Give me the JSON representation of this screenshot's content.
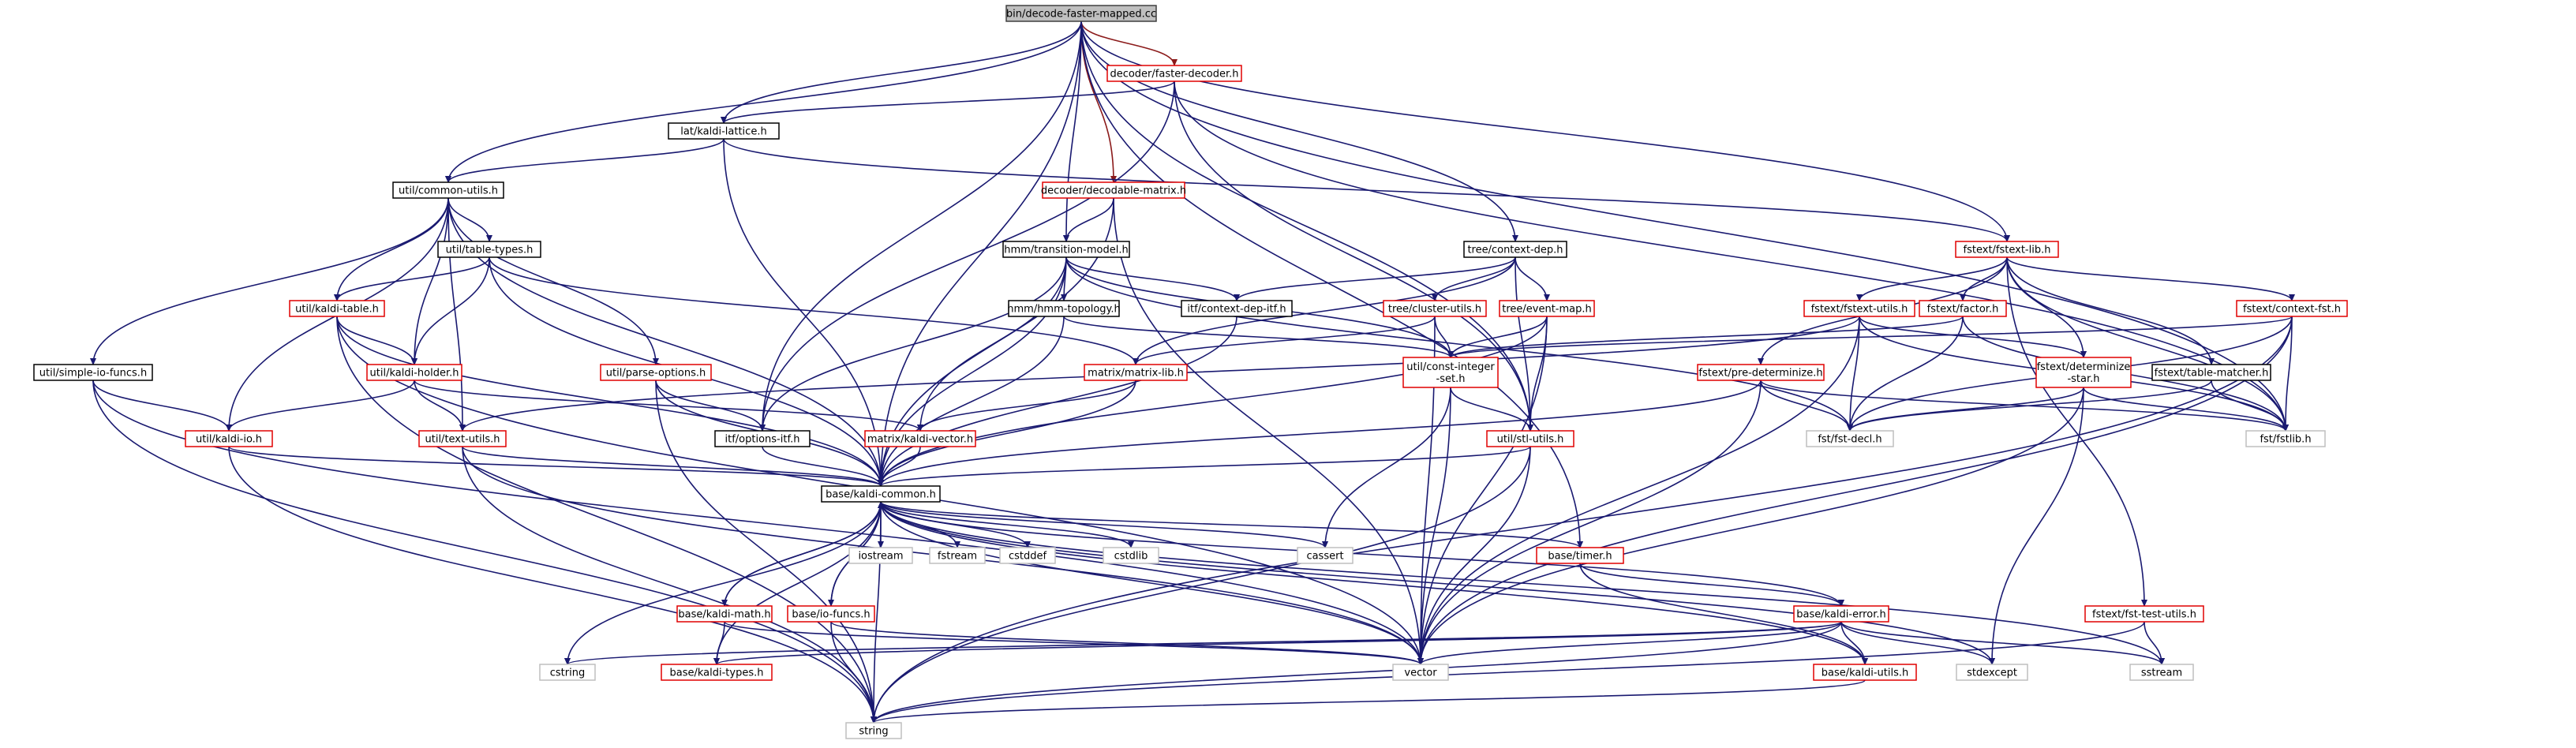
{
  "colors": {
    "root_fill": "#bfbfbf",
    "root_border": "#404040",
    "doc_border": "#000000",
    "nodoc_border": "#e00000",
    "system_border": "#bfbfbf",
    "edge": "#191970",
    "edge_highlight": "#8b1a1a"
  },
  "nodes": [
    {
      "id": "root",
      "label": "bin/decode-faster-mapped.cc",
      "kind": "root"
    },
    {
      "id": "faster_decoder",
      "label": "decoder/faster-decoder.h",
      "kind": "nodoc"
    },
    {
      "id": "kaldi_lattice",
      "label": "lat/kaldi-lattice.h",
      "kind": "doc"
    },
    {
      "id": "common_utils",
      "label": "util/common-utils.h",
      "kind": "doc"
    },
    {
      "id": "decodable_matrix",
      "label": "decoder/decodable-matrix.h",
      "kind": "nodoc"
    },
    {
      "id": "fstext_lib",
      "label": "fstext/fstext-lib.h",
      "kind": "nodoc"
    },
    {
      "id": "context_dep",
      "label": "tree/context-dep.h",
      "kind": "doc"
    },
    {
      "id": "table_types",
      "label": "util/table-types.h",
      "kind": "doc"
    },
    {
      "id": "transition_model",
      "label": "hmm/transition-model.h",
      "kind": "doc"
    },
    {
      "id": "kaldi_table",
      "label": "util/kaldi-table.h",
      "kind": "nodoc"
    },
    {
      "id": "hmm_topology",
      "label": "hmm/hmm-topology.h",
      "kind": "doc"
    },
    {
      "id": "context_dep_itf",
      "label": "itf/context-dep-itf.h",
      "kind": "doc"
    },
    {
      "id": "cluster_utils",
      "label": "tree/cluster-utils.h",
      "kind": "nodoc"
    },
    {
      "id": "event_map",
      "label": "tree/event-map.h",
      "kind": "nodoc"
    },
    {
      "id": "fstext_utils",
      "label": "fstext/fstext-utils.h",
      "kind": "nodoc"
    },
    {
      "id": "factor",
      "label": "fstext/factor.h",
      "kind": "nodoc"
    },
    {
      "id": "context_fst",
      "label": "fstext/context-fst.h",
      "kind": "nodoc"
    },
    {
      "id": "simple_io_funcs",
      "label": "util/simple-io-funcs.h",
      "kind": "doc"
    },
    {
      "id": "kaldi_holder",
      "label": "util/kaldi-holder.h",
      "kind": "nodoc"
    },
    {
      "id": "parse_options",
      "label": "util/parse-options.h",
      "kind": "nodoc"
    },
    {
      "id": "matrix_lib",
      "label": "matrix/matrix-lib.h",
      "kind": "nodoc"
    },
    {
      "id": "const_integer_set",
      "label": "util/const-integer\n-set.h",
      "kind": "nodoc"
    },
    {
      "id": "pre_determinize",
      "label": "fstext/pre-determinize.h",
      "kind": "nodoc"
    },
    {
      "id": "determinize_star",
      "label": "fstext/determinize\n-star.h",
      "kind": "nodoc"
    },
    {
      "id": "table_matcher",
      "label": "fstext/table-matcher.h",
      "kind": "doc"
    },
    {
      "id": "kaldi_io",
      "label": "util/kaldi-io.h",
      "kind": "nodoc"
    },
    {
      "id": "text_utils",
      "label": "util/text-utils.h",
      "kind": "nodoc"
    },
    {
      "id": "options_itf",
      "label": "itf/options-itf.h",
      "kind": "doc"
    },
    {
      "id": "kaldi_vector",
      "label": "matrix/kaldi-vector.h",
      "kind": "nodoc"
    },
    {
      "id": "stl_utils",
      "label": "util/stl-utils.h",
      "kind": "nodoc"
    },
    {
      "id": "fst_decl",
      "label": "fst/fst-decl.h",
      "kind": "system"
    },
    {
      "id": "fstlib",
      "label": "fst/fstlib.h",
      "kind": "system"
    },
    {
      "id": "kaldi_common",
      "label": "base/kaldi-common.h",
      "kind": "doc"
    },
    {
      "id": "iostream",
      "label": "iostream",
      "kind": "system"
    },
    {
      "id": "fstream",
      "label": "fstream",
      "kind": "system"
    },
    {
      "id": "cstddef",
      "label": "cstddef",
      "kind": "system"
    },
    {
      "id": "cstdlib",
      "label": "cstdlib",
      "kind": "system"
    },
    {
      "id": "cassert",
      "label": "cassert",
      "kind": "system"
    },
    {
      "id": "timer",
      "label": "base/timer.h",
      "kind": "nodoc"
    },
    {
      "id": "kaldi_math",
      "label": "base/kaldi-math.h",
      "kind": "nodoc"
    },
    {
      "id": "io_funcs",
      "label": "base/io-funcs.h",
      "kind": "nodoc"
    },
    {
      "id": "kaldi_error",
      "label": "base/kaldi-error.h",
      "kind": "nodoc"
    },
    {
      "id": "fst_test_utils",
      "label": "fstext/fst-test-utils.h",
      "kind": "nodoc"
    },
    {
      "id": "cstring",
      "label": "cstring",
      "kind": "system"
    },
    {
      "id": "kaldi_types",
      "label": "base/kaldi-types.h",
      "kind": "nodoc"
    },
    {
      "id": "vector",
      "label": "vector",
      "kind": "system"
    },
    {
      "id": "stdexcept",
      "label": "stdexcept",
      "kind": "system"
    },
    {
      "id": "sstream",
      "label": "sstream",
      "kind": "system"
    },
    {
      "id": "kaldi_utils",
      "label": "base/kaldi-utils.h",
      "kind": "nodoc"
    },
    {
      "id": "string",
      "label": "string",
      "kind": "system"
    }
  ],
  "edges": [
    [
      "root",
      "faster_decoder"
    ],
    [
      "root",
      "kaldi_lattice"
    ],
    [
      "root",
      "common_utils"
    ],
    [
      "root",
      "decodable_matrix"
    ],
    [
      "root",
      "fstext_lib"
    ],
    [
      "root",
      "context_dep"
    ],
    [
      "root",
      "transition_model"
    ],
    [
      "root",
      "kaldi_common"
    ],
    [
      "root",
      "stl_utils"
    ],
    [
      "root",
      "fstlib"
    ],
    [
      "root",
      "timer"
    ],
    [
      "root",
      "options_itf"
    ],
    [
      "faster_decoder",
      "kaldi_lattice"
    ],
    [
      "faster_decoder",
      "fstlib"
    ],
    [
      "faster_decoder",
      "options_itf"
    ],
    [
      "faster_decoder",
      "stl_utils"
    ],
    [
      "kaldi_lattice",
      "common_utils"
    ],
    [
      "kaldi_lattice",
      "fstext_lib"
    ],
    [
      "kaldi_lattice",
      "kaldi_common"
    ],
    [
      "common_utils",
      "table_types"
    ],
    [
      "common_utils",
      "kaldi_table"
    ],
    [
      "common_utils",
      "simple_io_funcs"
    ],
    [
      "common_utils",
      "kaldi_holder"
    ],
    [
      "common_utils",
      "parse_options"
    ],
    [
      "common_utils",
      "kaldi_io"
    ],
    [
      "common_utils",
      "text_utils"
    ],
    [
      "common_utils",
      "kaldi_common"
    ],
    [
      "decodable_matrix",
      "transition_model"
    ],
    [
      "decodable_matrix",
      "kaldi_common"
    ],
    [
      "decodable_matrix",
      "vector"
    ],
    [
      "transition_model",
      "hmm_topology"
    ],
    [
      "transition_model",
      "context_dep_itf"
    ],
    [
      "transition_model",
      "const_integer_set"
    ],
    [
      "transition_model",
      "kaldi_vector"
    ],
    [
      "transition_model",
      "options_itf"
    ],
    [
      "transition_model",
      "kaldi_common"
    ],
    [
      "transition_model",
      "fst_decl"
    ],
    [
      "context_dep",
      "context_dep_itf"
    ],
    [
      "context_dep",
      "cluster_utils"
    ],
    [
      "context_dep",
      "event_map"
    ],
    [
      "context_dep",
      "matrix_lib"
    ],
    [
      "context_dep",
      "stl_utils"
    ],
    [
      "table_types",
      "kaldi_table"
    ],
    [
      "table_types",
      "kaldi_holder"
    ],
    [
      "table_types",
      "matrix_lib"
    ],
    [
      "table_types",
      "kaldi_common"
    ],
    [
      "kaldi_table",
      "kaldi_holder"
    ],
    [
      "kaldi_table",
      "kaldi_common"
    ],
    [
      "kaldi_table",
      "string"
    ],
    [
      "kaldi_table",
      "vector"
    ],
    [
      "hmm_topology",
      "kaldi_common"
    ],
    [
      "hmm_topology",
      "const_integer_set"
    ],
    [
      "context_dep_itf",
      "kaldi_common"
    ],
    [
      "cluster_utils",
      "matrix_lib"
    ],
    [
      "cluster_utils",
      "const_integer_set"
    ],
    [
      "cluster_utils",
      "vector"
    ],
    [
      "event_map",
      "kaldi_common"
    ],
    [
      "event_map",
      "const_integer_set"
    ],
    [
      "event_map",
      "stl_utils"
    ],
    [
      "event_map",
      "vector"
    ],
    [
      "fstext_lib",
      "fstext_utils"
    ],
    [
      "fstext_lib",
      "factor"
    ],
    [
      "fstext_lib",
      "context_fst"
    ],
    [
      "fstext_lib",
      "pre_determinize"
    ],
    [
      "fstext_lib",
      "determinize_star"
    ],
    [
      "fstext_lib",
      "table_matcher"
    ],
    [
      "fstext_lib",
      "fstlib"
    ],
    [
      "fstext_lib",
      "fst_test_utils"
    ],
    [
      "fstext_utils",
      "determinize_star"
    ],
    [
      "fstext_utils",
      "fst_decl"
    ],
    [
      "fstext_utils",
      "fstlib"
    ],
    [
      "fstext_utils",
      "text_utils"
    ],
    [
      "fstext_utils",
      "vector"
    ],
    [
      "factor",
      "fst_decl"
    ],
    [
      "factor",
      "fstlib"
    ],
    [
      "factor",
      "const_integer_set"
    ],
    [
      "context_fst",
      "fst_decl"
    ],
    [
      "context_fst",
      "fstlib"
    ],
    [
      "context_fst",
      "const_integer_set"
    ],
    [
      "context_fst",
      "vector"
    ],
    [
      "context_fst",
      "string"
    ],
    [
      "simple_io_funcs",
      "kaldi_io"
    ],
    [
      "simple_io_funcs",
      "string"
    ],
    [
      "simple_io_funcs",
      "vector"
    ],
    [
      "kaldi_holder",
      "kaldi_io"
    ],
    [
      "kaldi_holder",
      "text_utils"
    ],
    [
      "kaldi_holder",
      "kaldi_vector"
    ],
    [
      "parse_options",
      "options_itf"
    ],
    [
      "parse_options",
      "kaldi_common"
    ],
    [
      "parse_options",
      "string"
    ],
    [
      "matrix_lib",
      "kaldi_vector"
    ],
    [
      "matrix_lib",
      "kaldi_common"
    ],
    [
      "const_integer_set",
      "stl_utils"
    ],
    [
      "const_integer_set",
      "cassert"
    ],
    [
      "const_integer_set",
      "vector"
    ],
    [
      "pre_determinize",
      "fst_decl"
    ],
    [
      "pre_determinize",
      "fstlib"
    ],
    [
      "pre_determinize",
      "kaldi_common"
    ],
    [
      "pre_determinize",
      "vector"
    ],
    [
      "determinize_star",
      "fst_decl"
    ],
    [
      "determinize_star",
      "fstlib"
    ],
    [
      "determinize_star",
      "stdexcept"
    ],
    [
      "determinize_star",
      "vector"
    ],
    [
      "table_matcher",
      "fst_decl"
    ],
    [
      "table_matcher",
      "fstlib"
    ],
    [
      "kaldi_io",
      "kaldi_common"
    ],
    [
      "kaldi_io",
      "string"
    ],
    [
      "text_utils",
      "kaldi_common"
    ],
    [
      "text_utils",
      "string"
    ],
    [
      "text_utils",
      "vector"
    ],
    [
      "options_itf",
      "kaldi_common"
    ],
    [
      "kaldi_vector",
      "kaldi_common"
    ],
    [
      "stl_utils",
      "kaldi_common"
    ],
    [
      "stl_utils",
      "vector"
    ],
    [
      "stl_utils",
      "string"
    ],
    [
      "kaldi_common",
      "iostream"
    ],
    [
      "kaldi_common",
      "fstream"
    ],
    [
      "kaldi_common",
      "cstddef"
    ],
    [
      "kaldi_common",
      "cstdlib"
    ],
    [
      "kaldi_common",
      "cassert"
    ],
    [
      "kaldi_common",
      "timer"
    ],
    [
      "kaldi_common",
      "kaldi_math"
    ],
    [
      "kaldi_common",
      "io_funcs"
    ],
    [
      "kaldi_common",
      "kaldi_error"
    ],
    [
      "kaldi_common",
      "kaldi_types"
    ],
    [
      "kaldi_common",
      "kaldi_utils"
    ],
    [
      "kaldi_common",
      "cstring"
    ],
    [
      "kaldi_common",
      "vector"
    ],
    [
      "kaldi_common",
      "stdexcept"
    ],
    [
      "kaldi_common",
      "sstream"
    ],
    [
      "kaldi_common",
      "string"
    ],
    [
      "timer",
      "kaldi_error"
    ],
    [
      "timer",
      "kaldi_utils"
    ],
    [
      "kaldi_math",
      "kaldi_common"
    ],
    [
      "kaldi_math",
      "kaldi_types"
    ],
    [
      "kaldi_math",
      "vector"
    ],
    [
      "io_funcs",
      "kaldi_common"
    ],
    [
      "io_funcs",
      "string"
    ],
    [
      "io_funcs",
      "vector"
    ],
    [
      "kaldi_error",
      "vector"
    ],
    [
      "kaldi_error",
      "kaldi_types"
    ],
    [
      "kaldi_error",
      "kaldi_utils"
    ],
    [
      "kaldi_error",
      "stdexcept"
    ],
    [
      "kaldi_error",
      "sstream"
    ],
    [
      "kaldi_error",
      "string"
    ],
    [
      "kaldi_error",
      "cstring"
    ],
    [
      "fst_test_utils",
      "sstream"
    ],
    [
      "fst_test_utils",
      "string"
    ],
    [
      "kaldi_utils",
      "string"
    ]
  ]
}
